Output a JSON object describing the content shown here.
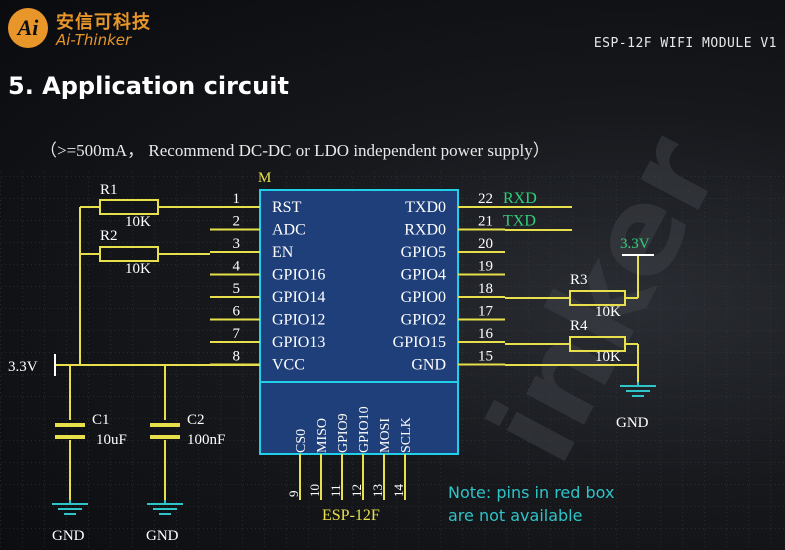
{
  "header": {
    "logo_mark": "Ai",
    "brand_cn": "安信可科技",
    "brand_en": "Ai-Thinker",
    "module_title": "ESP-12F WIFI MODULE V1",
    "section_title": "5.  Application circuit"
  },
  "schematic": {
    "power_note": "（>=500mA，  Recommend DC-DC or LDO independent power supply）",
    "chip_designator": "M",
    "chip_name": "ESP-12F",
    "left_pins": [
      {
        "num": "1",
        "name": "RST"
      },
      {
        "num": "2",
        "name": "ADC"
      },
      {
        "num": "3",
        "name": "EN"
      },
      {
        "num": "4",
        "name": "GPIO16"
      },
      {
        "num": "5",
        "name": "GPIO14"
      },
      {
        "num": "6",
        "name": "GPIO12"
      },
      {
        "num": "7",
        "name": "GPIO13"
      },
      {
        "num": "8",
        "name": "VCC"
      }
    ],
    "right_pins": [
      {
        "num": "22",
        "name": "TXD0",
        "net": "RXD"
      },
      {
        "num": "21",
        "name": "RXD0",
        "net": "TXD"
      },
      {
        "num": "20",
        "name": "GPIO5"
      },
      {
        "num": "19",
        "name": "GPIO4"
      },
      {
        "num": "18",
        "name": "GPIO0"
      },
      {
        "num": "17",
        "name": "GPIO2"
      },
      {
        "num": "16",
        "name": "GPIO15"
      },
      {
        "num": "15",
        "name": "GND"
      }
    ],
    "bottom_pins": [
      {
        "num": "9",
        "name": "CS0"
      },
      {
        "num": "10",
        "name": "MISO"
      },
      {
        "num": "11",
        "name": "GPIO9"
      },
      {
        "num": "12",
        "name": "GPIO10"
      },
      {
        "num": "13",
        "name": "MOSI"
      },
      {
        "num": "14",
        "name": "SCLK"
      }
    ],
    "resistors": [
      {
        "ref": "R1",
        "value": "10K"
      },
      {
        "ref": "R2",
        "value": "10K"
      },
      {
        "ref": "R3",
        "value": "10K"
      },
      {
        "ref": "R4",
        "value": "10K"
      }
    ],
    "capacitors": [
      {
        "ref": "C1",
        "value": "10uF"
      },
      {
        "ref": "C2",
        "value": "100nF"
      }
    ],
    "supply_left": "3.3V",
    "supply_right": "3.3V",
    "ground_label": "GND",
    "note_line1": "Note: pins in red box",
    "note_line2": "are not available",
    "colors": {
      "wire": "#e8e04a",
      "chip_fill": "#1f3f7a",
      "chip_border": "#1fd0e8",
      "net_label": "#2fd07a",
      "ground": "#2ec4c8",
      "note": "#2ec4c8",
      "text": "#ffffff"
    }
  }
}
